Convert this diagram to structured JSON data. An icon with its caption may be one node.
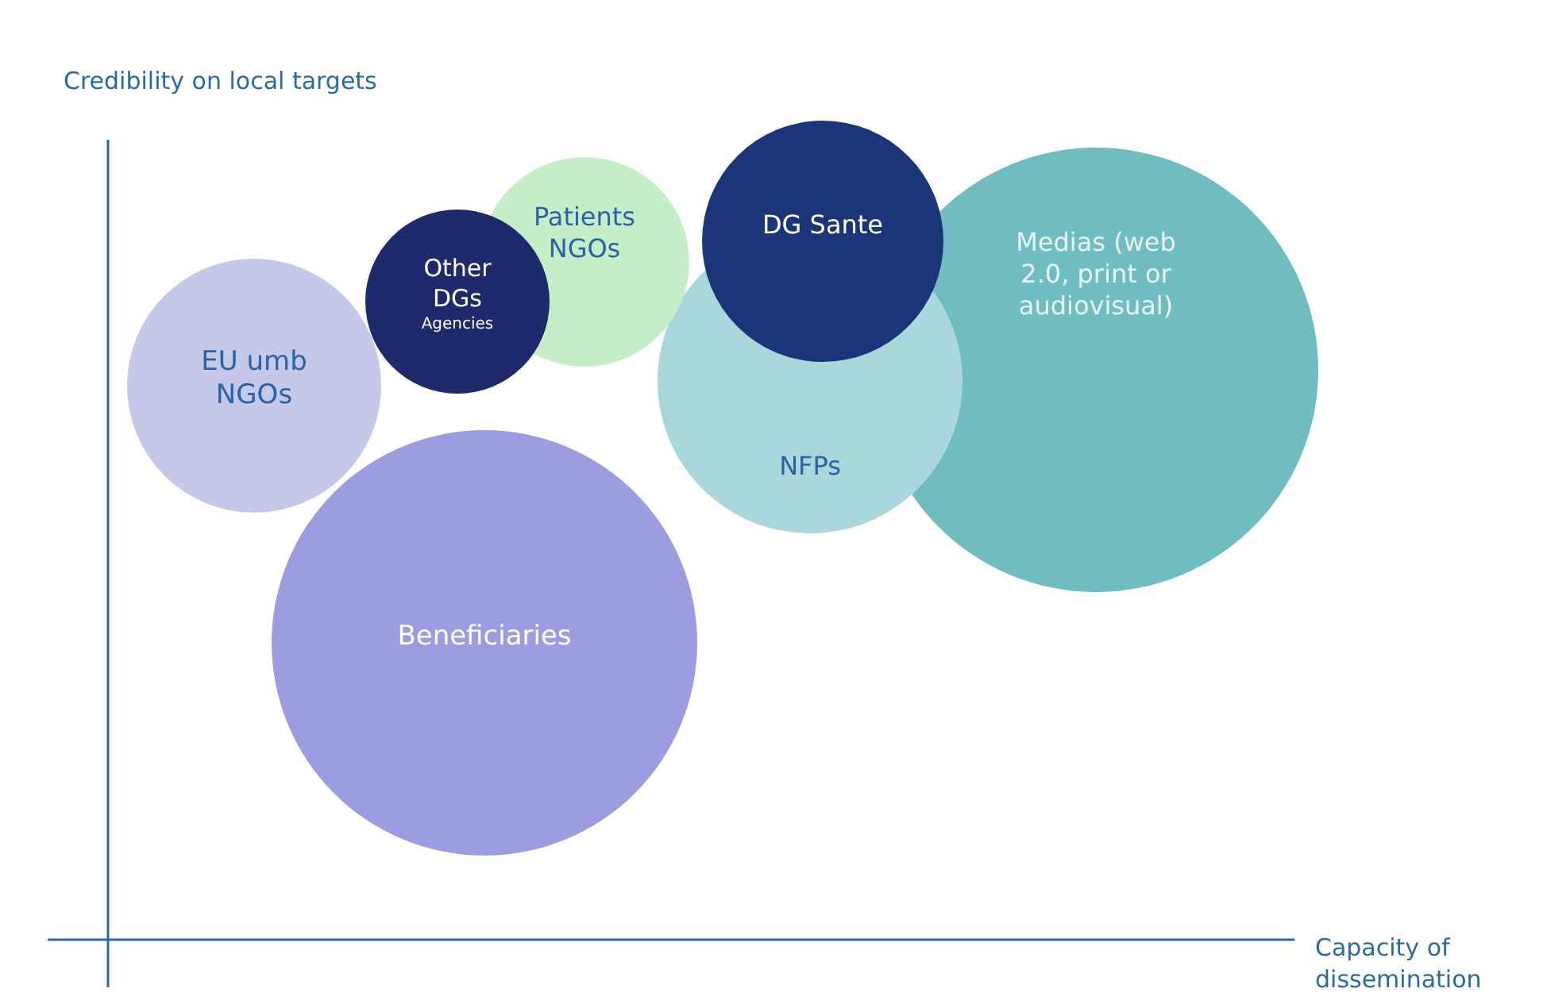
{
  "diagram": {
    "nodes": [
      {
        "text": [
          "EU umb NGOs"
        ]
      },
      {
        "text": [
          "Other DGs",
          "Agencies"
        ]
      },
      {
        "text": [
          "Patients NGOs"
        ]
      },
      {
        "text": [
          "DG Sante"
        ]
      },
      {
        "text": [
          "Medias (web 2.0, print or audiovisual)"
        ]
      },
      {
        "text": [
          "NFPs"
        ]
      },
      {
        "text": [
          "Beneficiaries"
        ]
      }
    ],
    "edges": [],
    "labels": [
      "Credibility on local targets",
      "Capacity of dissemination"
    ]
  }
}
